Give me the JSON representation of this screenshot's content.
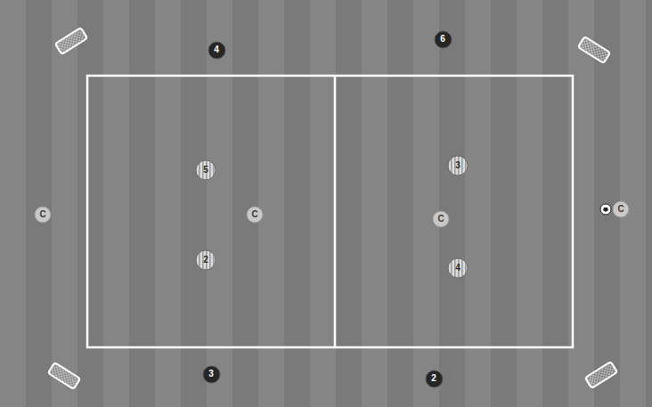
{
  "diagram": {
    "nodes": [
      {
        "text": [
          "4"
        ]
      },
      {
        "text": [
          "6"
        ]
      },
      {
        "text": [
          "5"
        ]
      },
      {
        "text": [
          "3"
        ]
      },
      {
        "text": [
          "C"
        ]
      },
      {
        "text": [
          "C"
        ]
      },
      {
        "text": [
          "C"
        ]
      },
      {
        "text": [
          "C"
        ]
      },
      {
        "text": [
          "2"
        ]
      },
      {
        "text": [
          "4"
        ]
      },
      {
        "text": [
          "3"
        ]
      },
      {
        "text": [
          "2"
        ]
      }
    ]
  }
}
